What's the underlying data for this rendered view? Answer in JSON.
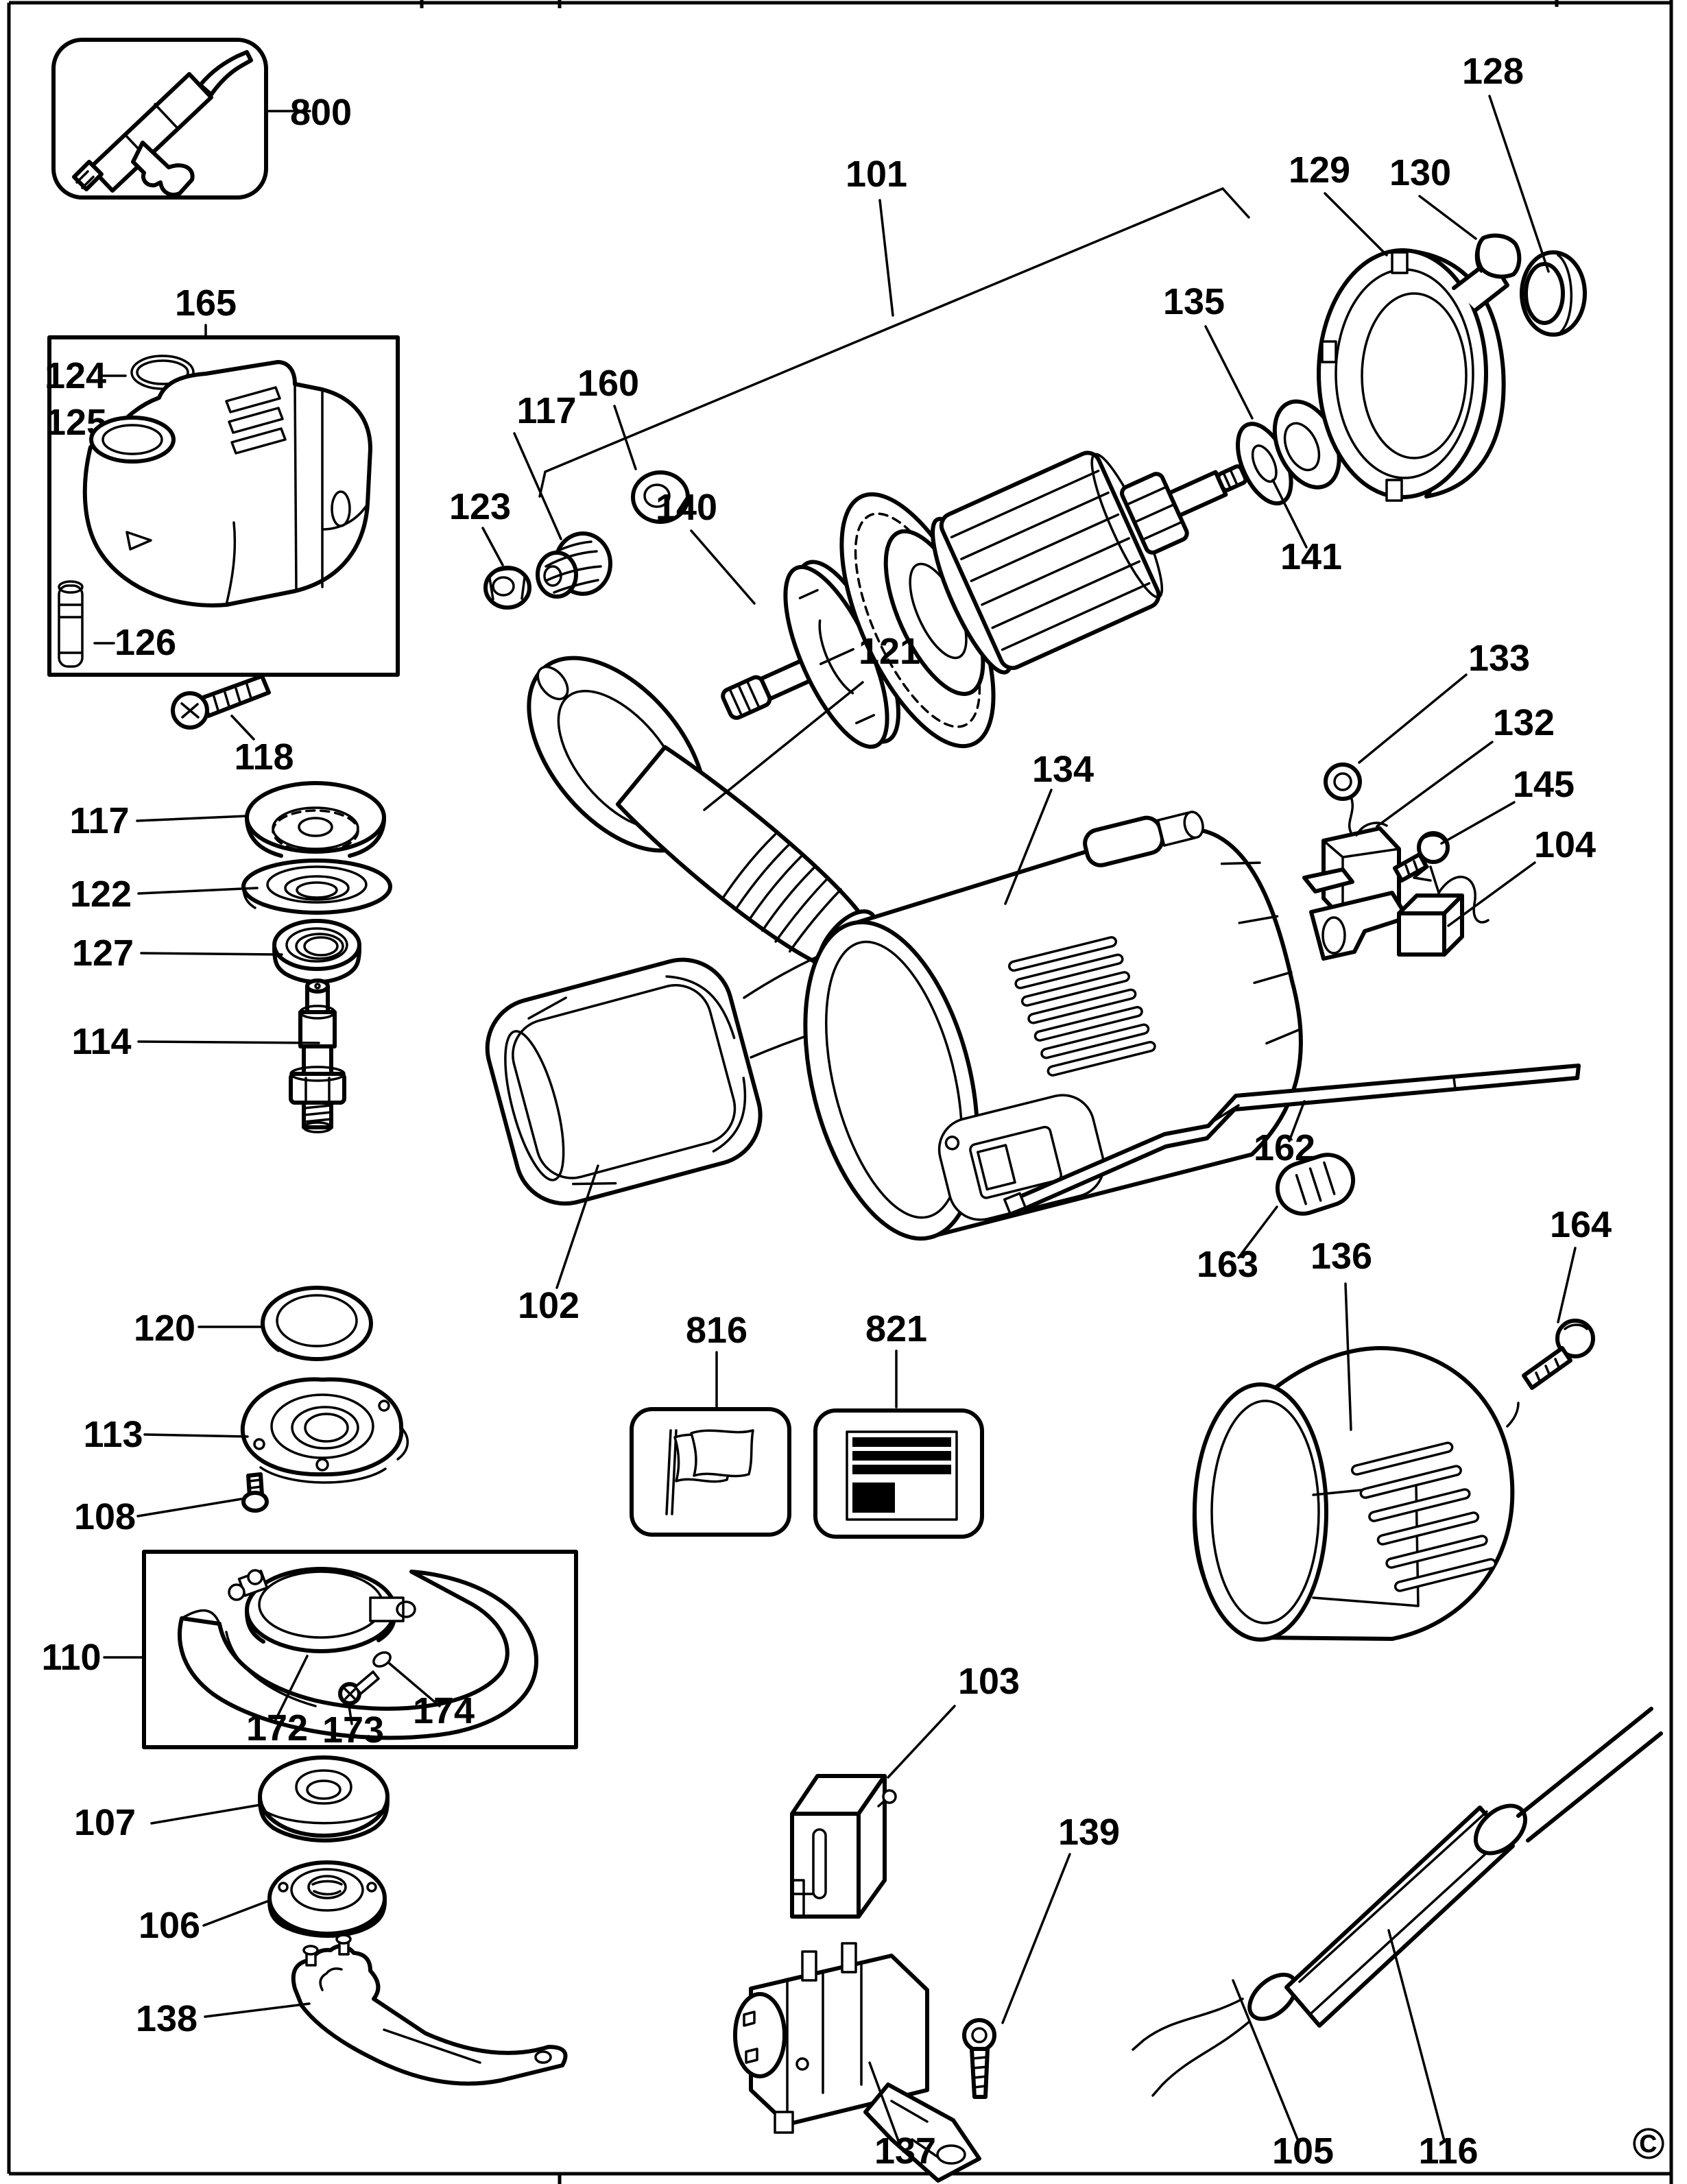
{
  "page": {
    "copyright": "©"
  },
  "labels": {
    "p800": "800",
    "p101": "101",
    "p135": "135",
    "p141": "141",
    "p129": "129",
    "p130": "130",
    "p128": "128",
    "p165": "165",
    "p124": "124",
    "p125": "125",
    "p126": "126",
    "p118": "118",
    "p123": "123",
    "p117": "117",
    "p160": "160",
    "p140": "140",
    "p121": "121",
    "p134": "134",
    "p102": "102",
    "p122": "122",
    "p127": "127",
    "p114": "114",
    "p120": "120",
    "p113": "113",
    "p108": "108",
    "p133": "133",
    "p132": "132",
    "p145": "145",
    "p104": "104",
    "p162": "162",
    "p163": "163",
    "p136": "136",
    "p164": "164",
    "p816": "816",
    "p821": "821",
    "p110": "110",
    "p172": "172",
    "p173": "173",
    "p174": "174",
    "p107": "107",
    "p106": "106",
    "p138": "138",
    "p103": "103",
    "p139": "139",
    "p137": "137",
    "p105": "105",
    "p116": "116"
  }
}
